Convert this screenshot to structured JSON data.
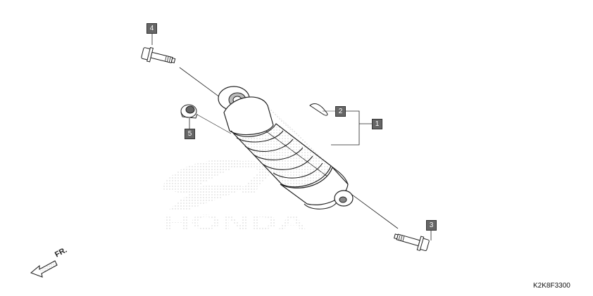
{
  "callouts": [
    {
      "id": "1",
      "label": "1"
    },
    {
      "id": "2",
      "label": "2"
    },
    {
      "id": "3",
      "label": "3"
    },
    {
      "id": "4",
      "label": "4"
    },
    {
      "id": "5",
      "label": "5"
    }
  ],
  "watermark": {
    "text": "HONDA"
  },
  "direction_label": "FR.",
  "diagram_code": "K2K8F3300",
  "colors": {
    "line": "#222222",
    "fill_light": "#ffffff",
    "shade": "#9a9a9a",
    "callout_bg": "#666666",
    "watermark": "#cfcfcf"
  }
}
